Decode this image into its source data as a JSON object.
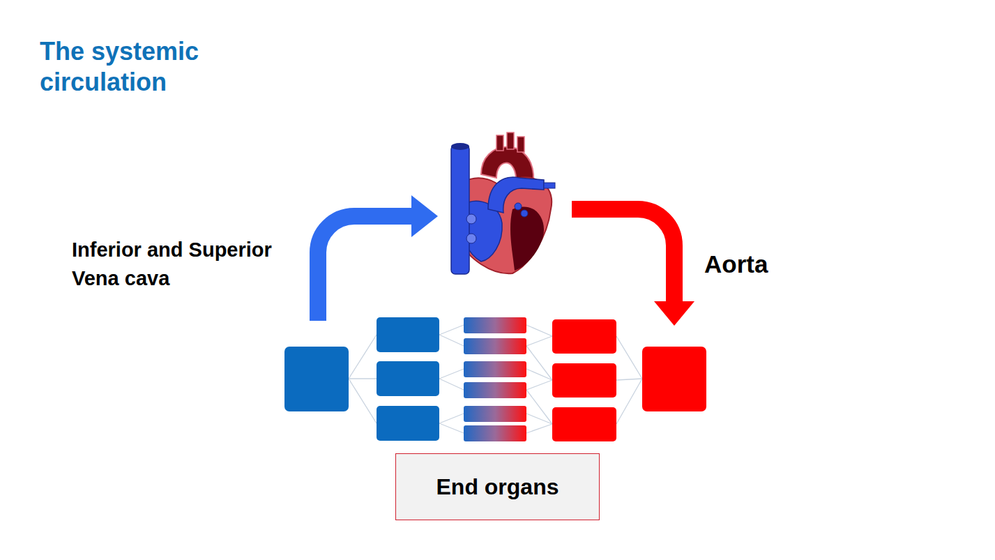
{
  "diagram": {
    "title": "The systemic circulation",
    "nodes": [
      {
        "text": [
          "End organs"
        ]
      }
    ],
    "labels": [
      "Inferior and Superior Vena cava",
      "Aorta"
    ]
  }
}
